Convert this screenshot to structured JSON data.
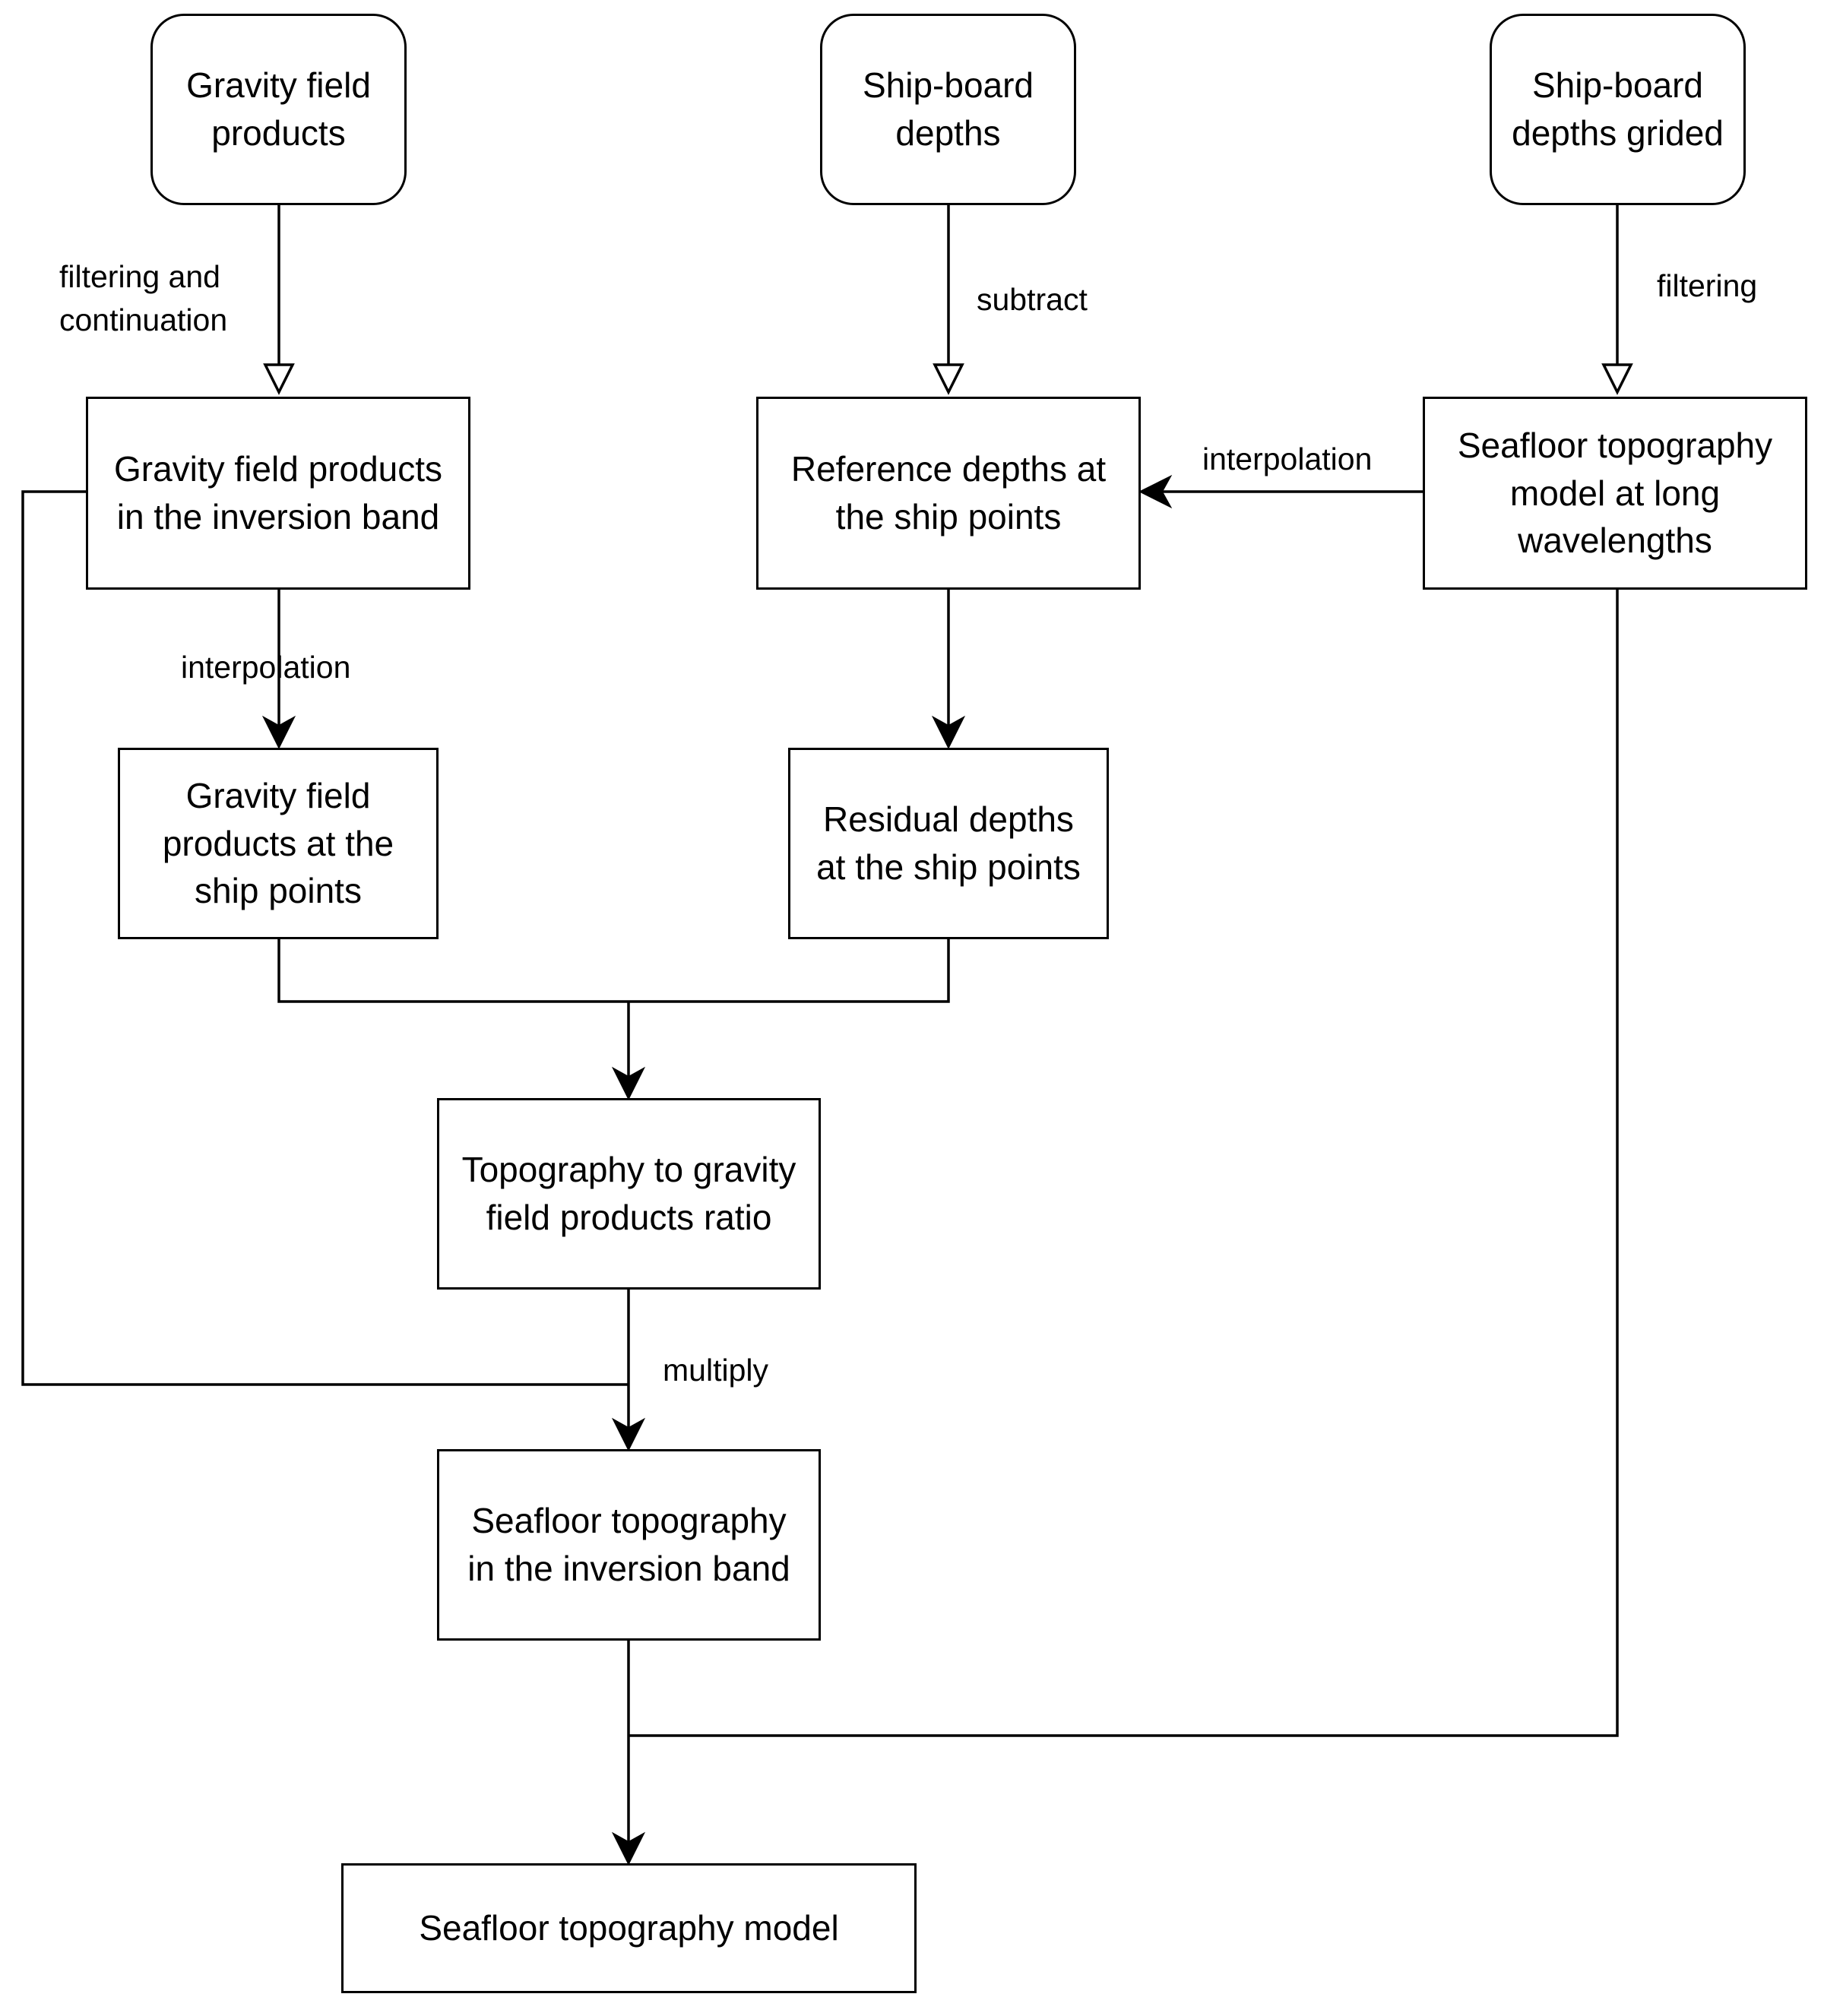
{
  "nodes": {
    "gravity_products": "Gravity field\nproducts",
    "shipboard_depths": "Ship-board\ndepths",
    "shipboard_grided": "Ship-board\ndepths grided",
    "gravity_inversion_band": "Gravity field products\nin the inversion band",
    "reference_depths": "Reference depths at\nthe ship points",
    "seafloor_long_wavelengths": "Seafloor topography\nmodel at long\nwavelengths",
    "gravity_ship_points": "Gravity field\nproducts at the\nship points",
    "residual_depths": "Residual depths\nat the ship points",
    "topo_gravity_ratio": "Topography to gravity\nfield products ratio",
    "seafloor_inversion_band": "Seafloor topography\nin the inversion band",
    "seafloor_model": "Seafloor topography model"
  },
  "edge_labels": {
    "filtering_continuation": "filtering and\ncontinuation",
    "subtract": "subtract",
    "filtering": "filtering",
    "interpolation_left": "interpolation",
    "interpolation_right": "interpolation",
    "multiply": "multiply"
  }
}
